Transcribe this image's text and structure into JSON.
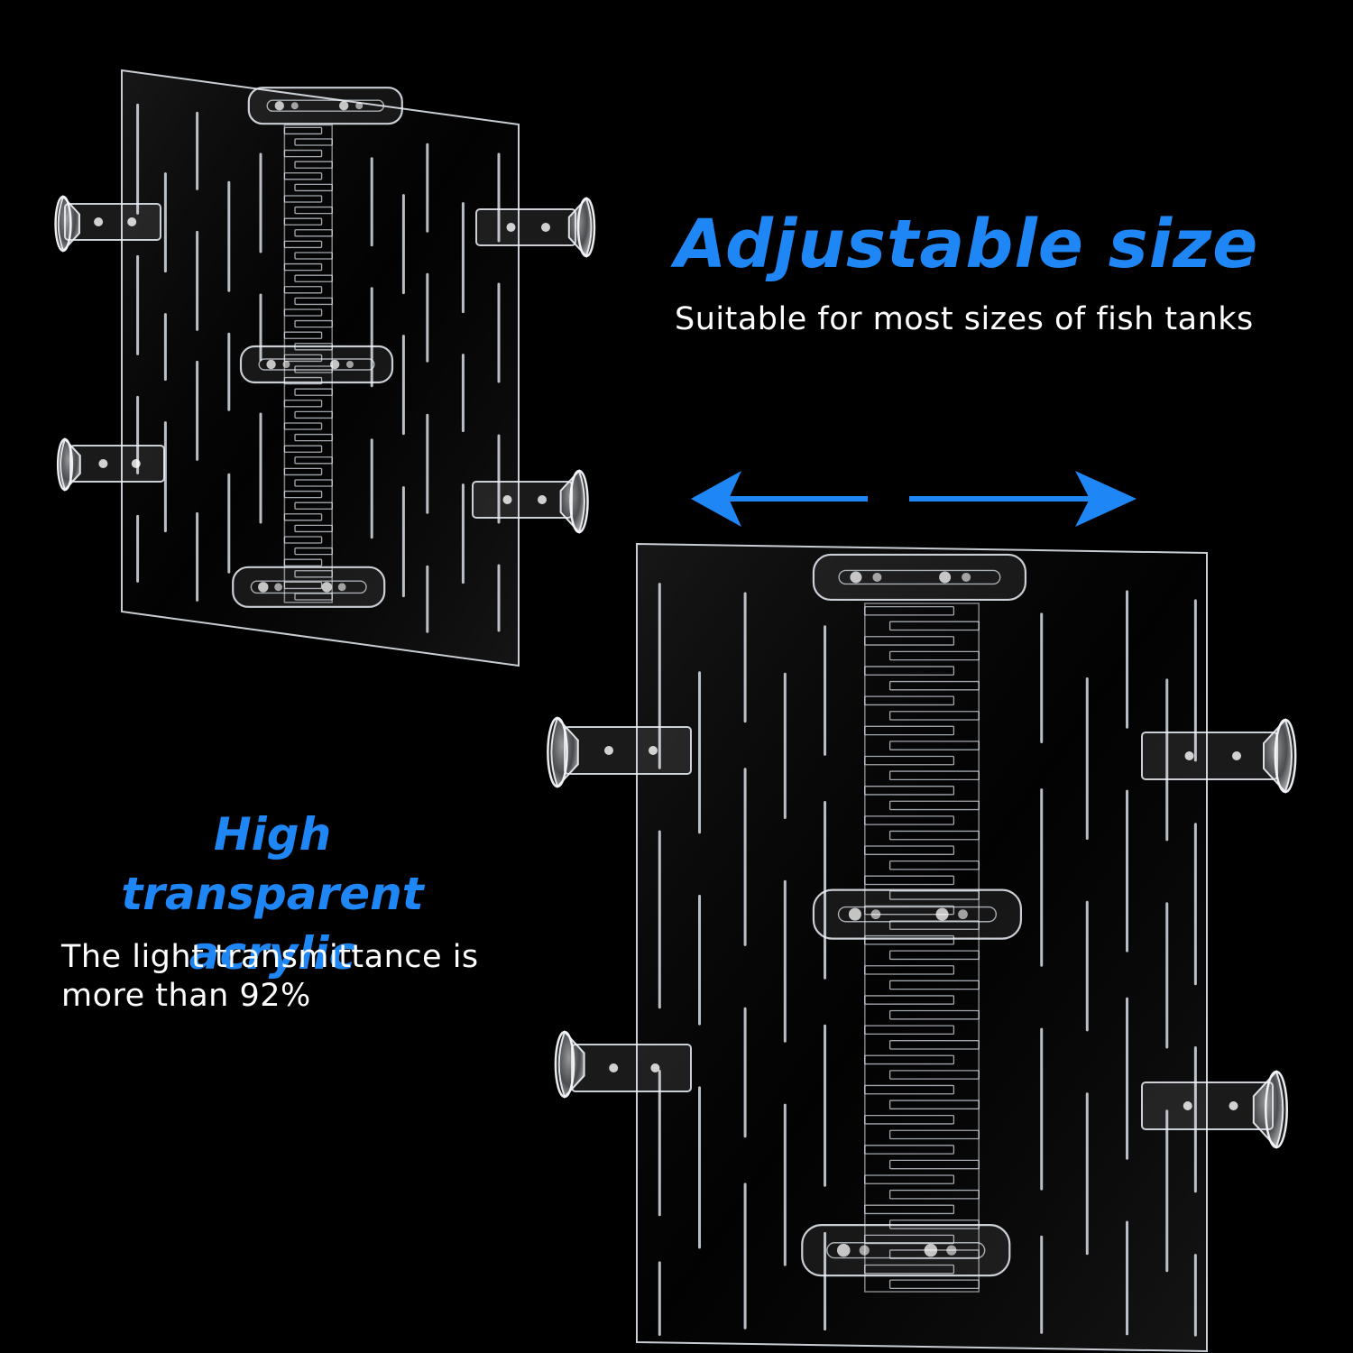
{
  "headline_adjustable": "Adjustable size",
  "sub_adjustable": "Suitable for most sizes of fish tanks",
  "headline_transparent": "High transparent acrylic",
  "sub_transparent": "The light transmittance is more than 92%",
  "colors": {
    "accent": "#1f87f5",
    "background": "#000000",
    "text": "#ffffff"
  },
  "icons": [
    "double-headed-arrow-icon"
  ]
}
